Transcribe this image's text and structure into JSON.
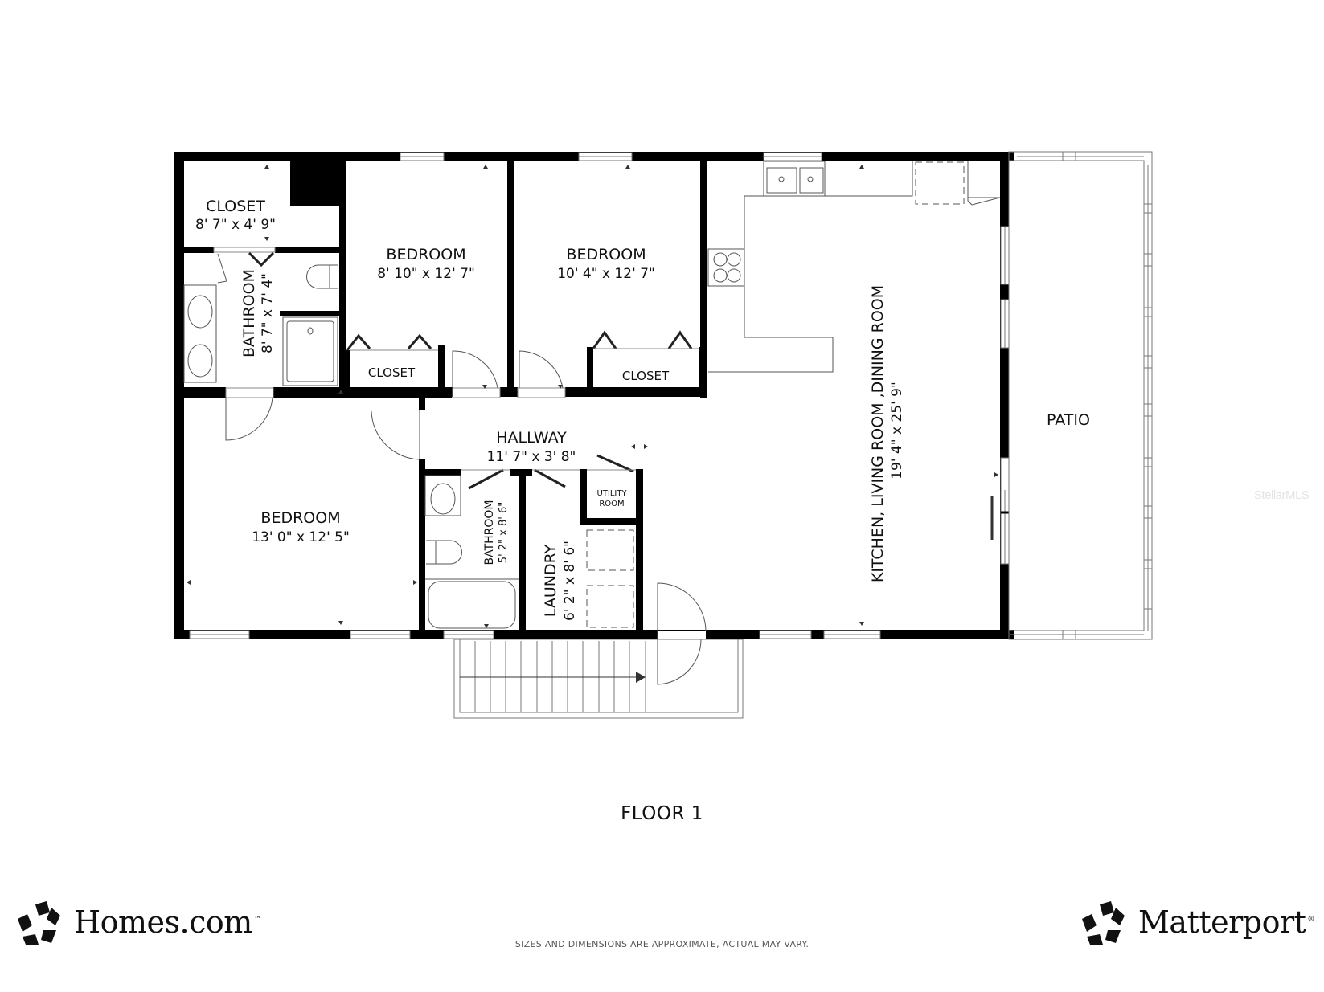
{
  "floor": {
    "title": "FLOOR 1",
    "disclaimer": "SIZES AND DIMENSIONS ARE APPROXIMATE, ACTUAL MAY VARY."
  },
  "rooms": {
    "closet_master": {
      "name": "CLOSET",
      "dims": "8' 7\" x 4' 9\""
    },
    "bathroom_master": {
      "name": "BATHROOM",
      "dims": "8' 7\" x 7' 4\""
    },
    "bedroom_2": {
      "name": "BEDROOM",
      "dims": "8' 10\" x 12' 7\""
    },
    "closet_2": {
      "name": "CLOSET"
    },
    "bedroom_3": {
      "name": "BEDROOM",
      "dims": "10' 4\" x 12' 7\""
    },
    "closet_3": {
      "name": "CLOSET"
    },
    "kitchen_living_dining": {
      "name": "KITCHEN, LIVING ROOM ,DINING ROOM",
      "dims": "19' 4\" x 25' 9\""
    },
    "patio": {
      "name": "PATIO"
    },
    "hallway": {
      "name": "HALLWAY",
      "dims": "11' 7\" x 3' 8\""
    },
    "bedroom_1": {
      "name": "BEDROOM",
      "dims": "13' 0\" x 12' 5\""
    },
    "bathroom_2": {
      "name": "BATHROOM",
      "dims": "5' 2\" x 8' 6\""
    },
    "laundry": {
      "name": "LAUNDRY",
      "dims": "6' 2\" x 8' 6\""
    },
    "utility_room": {
      "name_line1": "UTILITY",
      "name_line2": "ROOM"
    }
  },
  "branding": {
    "left_logo": "Homes.com",
    "left_logo_mark": "™",
    "right_logo": "Matterport",
    "right_logo_mark": "®",
    "watermark": "StellarMLS"
  },
  "colors": {
    "wall": "#000000",
    "fixture_line": "#555555",
    "background": "#ffffff"
  }
}
